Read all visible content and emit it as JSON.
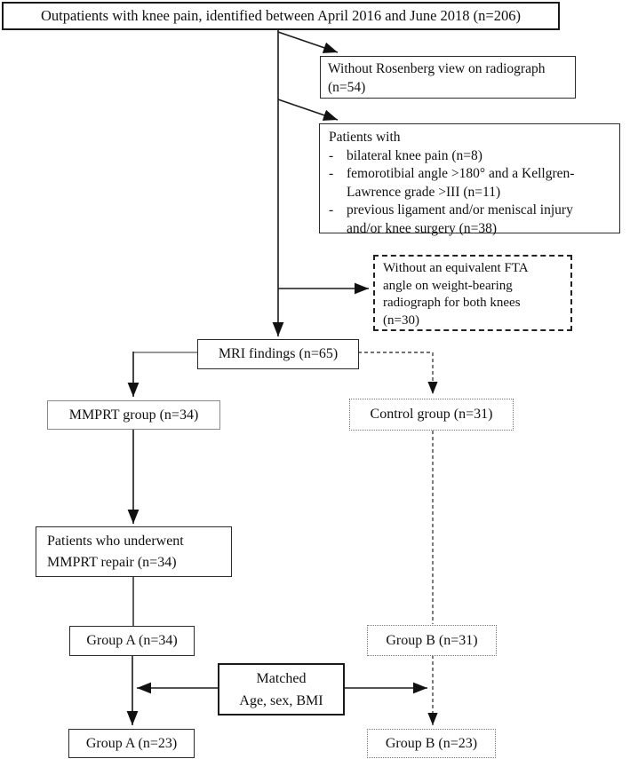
{
  "palette": {
    "background": "#ffffff",
    "line_color": "#1a1a1a",
    "text_color": "#111111",
    "dotted_border_color": "#777777"
  },
  "nodes": {
    "outpatients": {
      "label": "Outpatients with knee pain, identified between April 2016 and June 2018 (n=206)"
    },
    "rosenberg": {
      "line1": "Without Rosenberg view on radiograph",
      "line2": "(n=54)"
    },
    "exclusions": {
      "header": "Patients with",
      "bullet": "-",
      "items": [
        "bilateral knee pain (n=8)",
        "femorotibial angle >180° and a Kellgren-Lawrence grade >III (n=11)",
        "previous ligament and/or meniscal injury and/or knee surgery (n=38)"
      ]
    },
    "fta": {
      "lines": [
        "Without an equivalent FTA",
        "angle on weight-bearing",
        "radiograph for both knees",
        "(n=30)"
      ]
    },
    "mri": {
      "label": "MRI findings (n=65)"
    },
    "mmprt": {
      "label": "MMPRT group (n=34)"
    },
    "control": {
      "label": "Control group (n=31)"
    },
    "repair": {
      "line1": "Patients who underwent",
      "line2": "MMPRT repair (n=34)"
    },
    "group_a_34": {
      "label": "Group A (n=34)"
    },
    "group_b_31": {
      "label": "Group B (n=31)"
    },
    "matched": {
      "line1": "Matched",
      "line2": "Age, sex, BMI"
    },
    "group_a_23": {
      "label": "Group A (n=23)"
    },
    "group_b_23": {
      "label": "Group B (n=23)"
    }
  }
}
